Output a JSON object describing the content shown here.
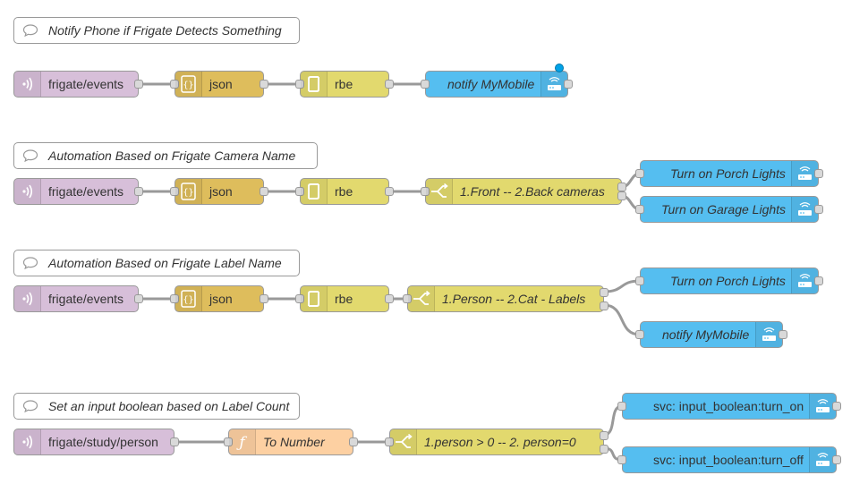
{
  "flows": [
    {
      "comment": "Notify Phone if Frigate Detects Something",
      "mqtt": "frigate/events",
      "json": "json",
      "rbe": "rbe",
      "outputs": [
        "notify MyMobile"
      ]
    },
    {
      "comment": "Automation Based on Frigate Camera Name",
      "mqtt": "frigate/events",
      "json": "json",
      "rbe": "rbe",
      "switch": "1.Front -- 2.Back cameras",
      "outputs": [
        "Turn on Porch Lights",
        "Turn on Garage Lights"
      ]
    },
    {
      "comment": "Automation Based on Frigate Label Name",
      "mqtt": "frigate/events",
      "json": "json",
      "rbe": "rbe",
      "switch": "1.Person -- 2.Cat - Labels",
      "outputs": [
        "Turn on Porch Lights",
        "notify MyMobile"
      ]
    },
    {
      "comment": "Set an input boolean based on Label Count",
      "mqtt": "frigate/study/person",
      "function": "To Number",
      "switch": "1.person > 0 -- 2. person=0",
      "outputs": [
        "svc: input_boolean:turn_on",
        "svc: input_boolean:turn_off"
      ]
    }
  ],
  "icons": {
    "mqtt": "radio-waves-icon",
    "json": "json-braces-icon",
    "rbe": "rbe-filter-icon",
    "switch": "switch-branch-icon",
    "function": "function-icon",
    "ha": "home-assistant-router-icon",
    "comment": "comment-bubble-icon"
  },
  "colors": {
    "mqtt": "#d7bfd9",
    "json": "#debd5c",
    "rbe": "#e2d96e",
    "switch": "#e2d96e",
    "function": "#fdd0a2",
    "ha": "#55bef0",
    "wire": "#999999",
    "status_dot": "#00a2e8"
  }
}
